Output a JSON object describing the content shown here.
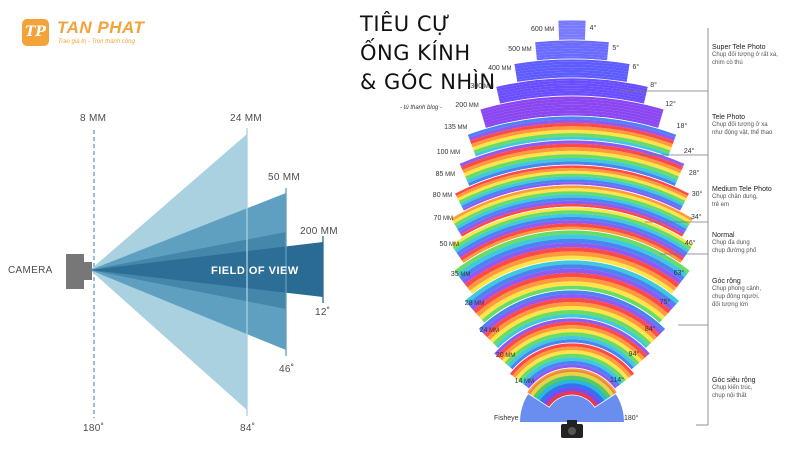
{
  "brand": {
    "name": "TAN PHAT",
    "slogan": "Trao giá trị - Trọn thành công",
    "mark": "TP",
    "color": "#f4a23a"
  },
  "left_diagram": {
    "camera_label": "CAMERA",
    "fov_label": "FIELD OF VIEW",
    "lens_labels": {
      "mm8": "8 MM",
      "mm24": "24 MM",
      "mm50": "50 MM",
      "mm200": "200 MM"
    },
    "angle_labels": {
      "a180": "180˚",
      "a84": "84˚",
      "a46": "46˚",
      "a12": "12˚"
    },
    "colors": [
      "#a9d1e0",
      "#5f9fc0",
      "#3c7fa5",
      "#1f5f85"
    ]
  },
  "right_diagram": {
    "title_lines": [
      "TIÊU CỰ",
      "ỐNG KÍNH",
      "& GÓC NHÌN"
    ],
    "blog_credit": "- tú thanh blog -",
    "mm_unit": "MM",
    "focal_lengths": [
      {
        "focal": "600",
        "angle": "4°"
      },
      {
        "focal": "500",
        "angle": "5°"
      },
      {
        "focal": "400",
        "angle": "6°"
      },
      {
        "focal": "300",
        "angle": "8°"
      },
      {
        "focal": "200",
        "angle": "12°"
      },
      {
        "focal": "135",
        "angle": "18°"
      },
      {
        "focal": "100",
        "angle": "24°"
      },
      {
        "focal": "85",
        "angle": "28°"
      },
      {
        "focal": "80",
        "angle": "30°"
      },
      {
        "focal": "70",
        "angle": "34°"
      },
      {
        "focal": "50",
        "angle": "46°"
      },
      {
        "focal": "35",
        "angle": "63°"
      },
      {
        "focal": "28",
        "angle": "75°"
      },
      {
        "focal": "24",
        "angle": "84°"
      },
      {
        "focal": "20",
        "angle": "94°"
      },
      {
        "focal": "14",
        "angle": "114°"
      }
    ],
    "fisheye": {
      "label": "Fisheye",
      "angle": "180°"
    },
    "categories": [
      {
        "title": "Super Tele Photo",
        "desc": [
          "Chụp đối tượng ở rất xa,",
          "chim cò thú"
        ]
      },
      {
        "title": "Tele Photo",
        "desc": [
          "Chụp đối tượng ở xa",
          "như động vật, thể thao"
        ]
      },
      {
        "title": "Medium Tele Photo",
        "desc": [
          "Chụp chân dung,",
          "trẻ em"
        ]
      },
      {
        "title": "Normal",
        "desc": [
          "Chụp đa dụng",
          "chụp đường phố"
        ]
      },
      {
        "title": "Góc rộng",
        "desc": [
          "Chụp phong cảnh,",
          "chụp đông người,",
          "đối tượng lớn"
        ]
      },
      {
        "title": "Góc siêu rộng",
        "desc": [
          "Chụp kiến trúc,",
          "chụp nội thất"
        ]
      }
    ]
  }
}
